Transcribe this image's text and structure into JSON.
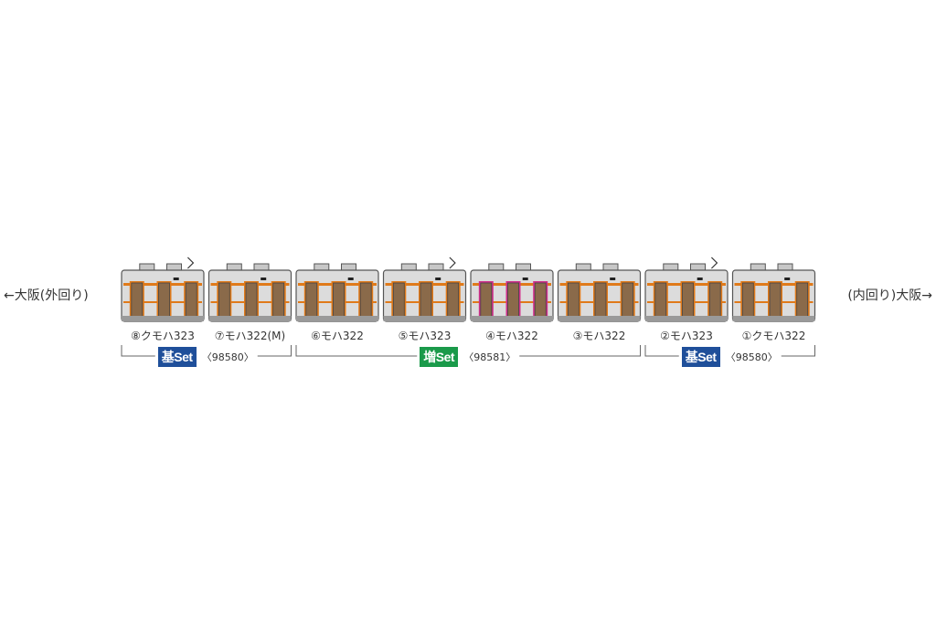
{
  "direction_left": "←大阪(外回り)",
  "direction_right": "(内回り)大阪→",
  "colors": {
    "body": "#dcdcdc",
    "outline": "#555555",
    "roof": "#c7c7c7",
    "door": "#8a6a4a",
    "stripe": "#e07a1a",
    "accent_pink": "#d0308a",
    "basic_badge": "#1f4f9a",
    "addon_badge": "#1a9a4a"
  },
  "cars": [
    {
      "label": "⑧クモハ323",
      "accent": "orange",
      "cab": "left",
      "pantograph": true
    },
    {
      "label": "⑦モハ322(M)",
      "accent": "orange",
      "cab": "none",
      "pantograph": false
    },
    {
      "label": "⑥モハ322",
      "accent": "orange",
      "cab": "none",
      "pantograph": false
    },
    {
      "label": "⑤モハ323",
      "accent": "orange",
      "cab": "none",
      "pantograph": true
    },
    {
      "label": "④モハ322",
      "accent": "pink",
      "cab": "none",
      "pantograph": false
    },
    {
      "label": "③モハ322",
      "accent": "orange",
      "cab": "none",
      "pantograph": false
    },
    {
      "label": "②モハ323",
      "accent": "orange",
      "cab": "none",
      "pantograph": true
    },
    {
      "label": "①クモハ322",
      "accent": "orange",
      "cab": "right",
      "pantograph": false
    }
  ],
  "sets": [
    {
      "badge": "基Set",
      "number": "〈98580〉",
      "type": "basic",
      "from_car": 0,
      "to_car": 1
    },
    {
      "badge": "増Set",
      "number": "〈98581〉",
      "type": "addon",
      "from_car": 2,
      "to_car": 5
    },
    {
      "badge": "基Set",
      "number": "〈98580〉",
      "type": "basic",
      "from_car": 6,
      "to_car": 7
    }
  ]
}
